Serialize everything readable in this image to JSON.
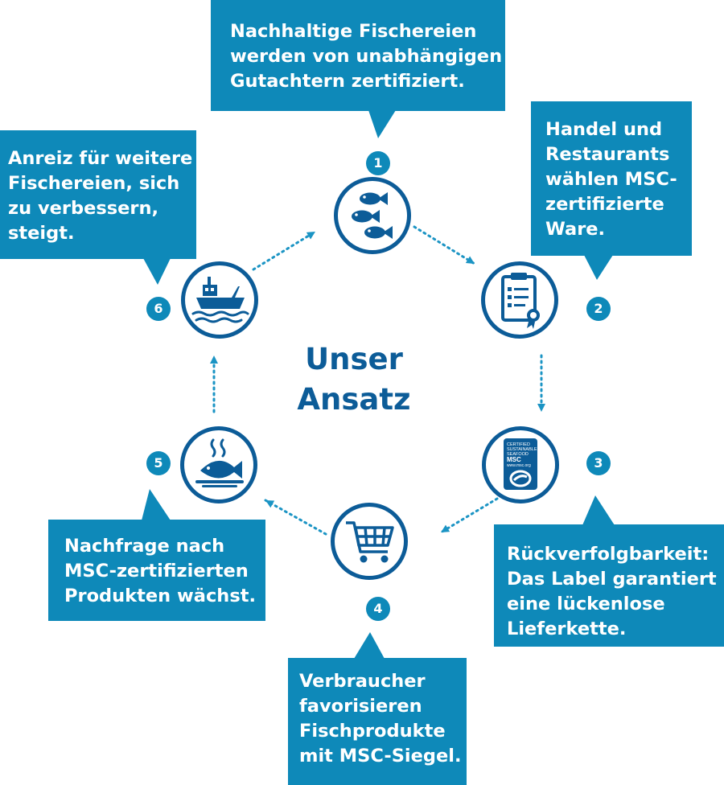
{
  "center_title": {
    "line1": "Unser",
    "line2": "Ansatz"
  },
  "steps": [
    {
      "number": "1",
      "text": "Nachhaltige Fischereien\nwerden von unabhängigen\nGutachtern zertifiziert.",
      "icon": "fish-school-icon"
    },
    {
      "number": "2",
      "text": "Handel und\nRestaurants\nwählen MSC-\nzertifizierte\nWare.",
      "icon": "clipboard-checklist-icon"
    },
    {
      "number": "3",
      "text": "Rückverfolgbarkeit:\nDas Label garantiert\neine lückenlose\nLieferkette.",
      "icon": "msc-label-icon"
    },
    {
      "number": "4",
      "text": "Verbraucher\nfavorisieren\nFischprodukte\nmit MSC-Siegel.",
      "icon": "shopping-cart-icon"
    },
    {
      "number": "5",
      "text": "Nachfrage nach\nMSC-zertifizierten\nProdukten wächst.",
      "icon": "cooked-fish-plate-icon"
    },
    {
      "number": "6",
      "text": "Anreiz für weitere\nFischereien, sich\nzu verbessern,\nsteigt.",
      "icon": "fishing-boat-icon"
    }
  ],
  "msc_label": {
    "line1": "CERTIFIED",
    "line2": "SUSTAINABLE",
    "line3": "SEAFOOD",
    "brand": "MSC",
    "url": "www.msc.org"
  },
  "colors": {
    "box": "#0e89b9",
    "circle": "#0c5c98",
    "arrow": "#1b94c4",
    "text": "#0c5c98"
  }
}
